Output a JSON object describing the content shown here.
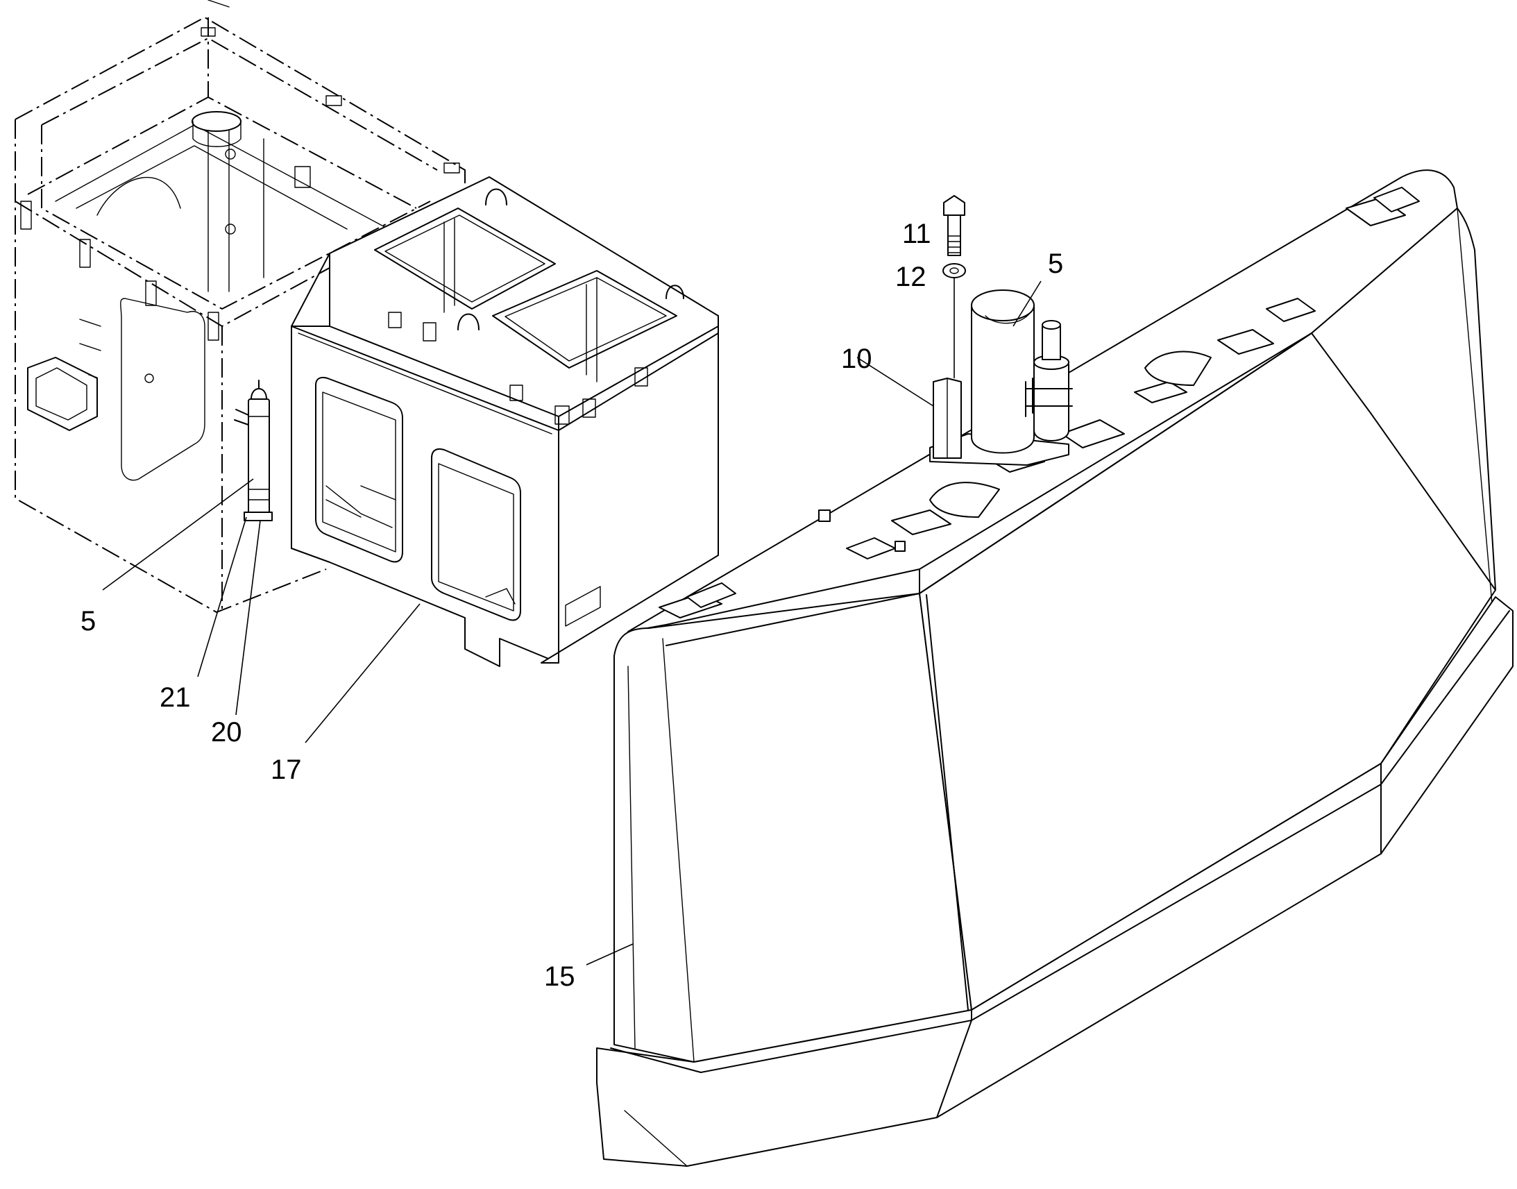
{
  "callouts": [
    {
      "id": "c5a",
      "label": "5"
    },
    {
      "id": "c21",
      "label": "21"
    },
    {
      "id": "c20",
      "label": "20"
    },
    {
      "id": "c17",
      "label": "17"
    },
    {
      "id": "c11",
      "label": "11"
    },
    {
      "id": "c12",
      "label": "12"
    },
    {
      "id": "c5b",
      "label": "5"
    },
    {
      "id": "c10",
      "label": "10"
    },
    {
      "id": "c15",
      "label": "15"
    }
  ]
}
